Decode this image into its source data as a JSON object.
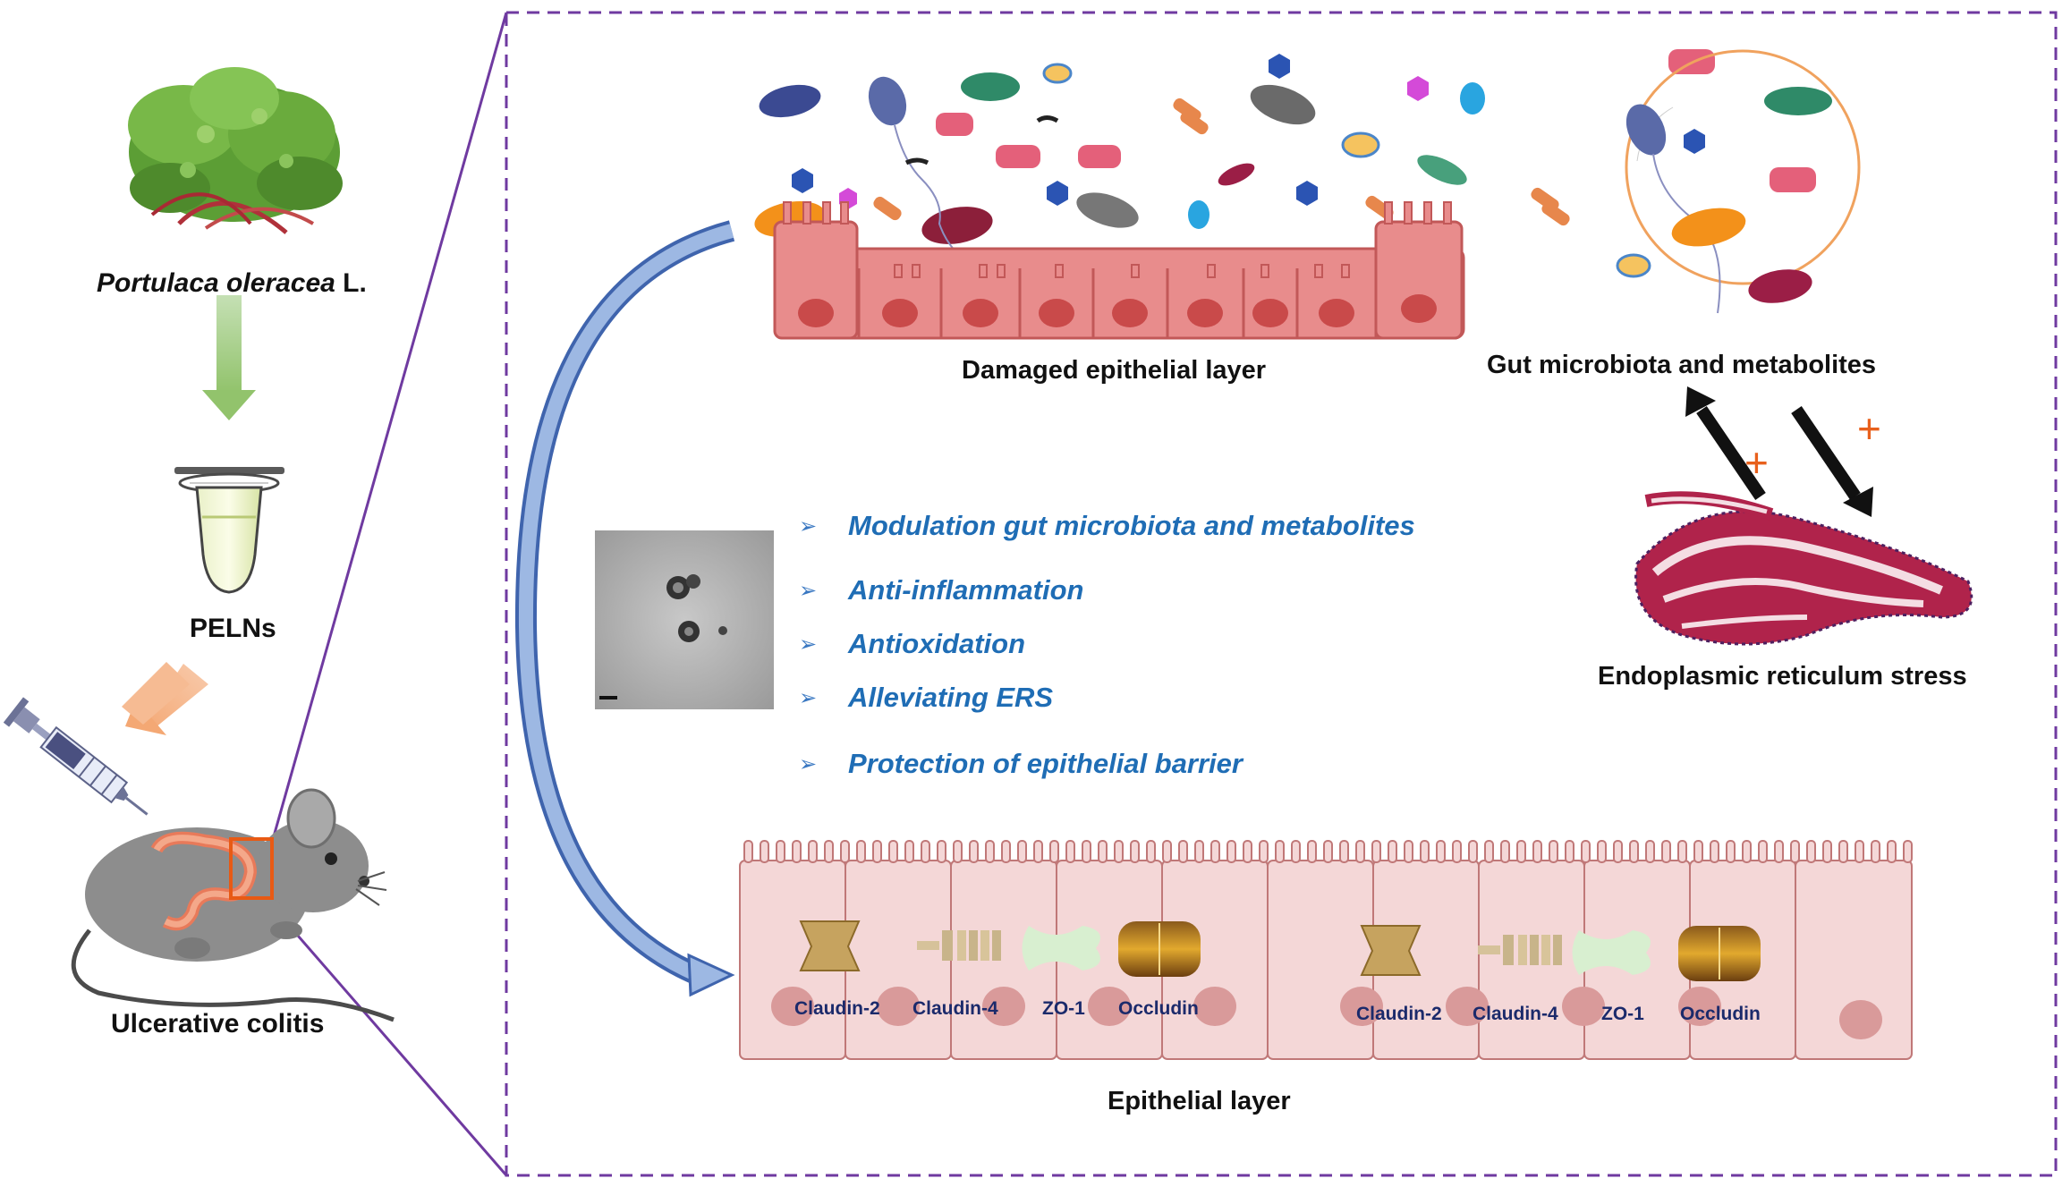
{
  "left_panel": {
    "plant_label_italic": "Portulaca oleracea",
    "plant_label_suffix": " L.",
    "vesicle_label": "PELNs",
    "disease_label": "Ulcerative colitis"
  },
  "main_panel": {
    "damaged_layer_label": "Damaged epithelial layer",
    "microbiota_label": "Gut microbiota and metabolites",
    "ers_label": "Endoplasmic reticulum stress",
    "interaction_signs": [
      "+",
      "+"
    ],
    "mechanisms": [
      "Modulation gut microbiota and metabolites",
      "Anti-inflammation",
      "Antioxidation",
      "Alleviating ERS",
      "Protection of epithelial barrier"
    ],
    "bullet_glyph": "➢",
    "tight_junctions_left": [
      "Claudin-2",
      "Claudin-4",
      "ZO-1",
      "Occludin"
    ],
    "tight_junctions_right": [
      "Claudin-2",
      "Claudin-4",
      "ZO-1",
      "Occludin"
    ],
    "healthy_layer_label": "Epithelial layer"
  },
  "colors": {
    "frame": "#6f3aa0",
    "mechanism_text": "#1f6db5",
    "epithelium": "#e88c8c",
    "epithelium_healthy": "#f4d7d7",
    "arrow_blue": "#4a74b8",
    "arrow_green": "#a9d18e",
    "arrow_orange": "#f4b183",
    "plus_sign": "#e8601c"
  }
}
